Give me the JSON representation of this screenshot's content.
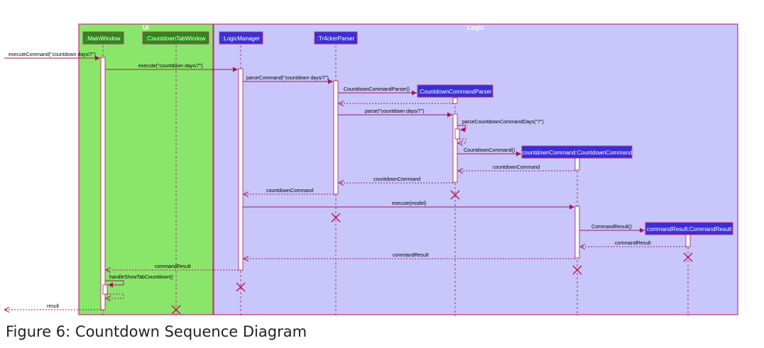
{
  "caption": "Figure 6: Countdown Sequence Diagram",
  "colors": {
    "ui_box": "#8ae66a",
    "logic_box": "#c8c6fa",
    "box_border": "#b6367a",
    "arrow": "#a3185a",
    "ui_participant": "#2c8a18",
    "logic_participant": "#3a2ed6",
    "activation": "#ffffff"
  },
  "boxes": [
    {
      "id": "ui",
      "title": "UI"
    },
    {
      "id": "logic",
      "title": "Logic"
    }
  ],
  "participants": [
    {
      "id": "mw",
      "label": ":MainWindow",
      "box": "ui"
    },
    {
      "id": "ct",
      "label": ":CountdownTabWindow",
      "box": "ui"
    },
    {
      "id": "lm",
      "label": ":LogicManager",
      "box": "logic"
    },
    {
      "id": "tp",
      "label": ":Tr4ckerParser",
      "box": "logic"
    },
    {
      "id": "ccp",
      "label": ":CountdownCommandParser",
      "box": "logic"
    },
    {
      "id": "cc",
      "label": "countdownCommand:CountdownCommand",
      "box": "logic"
    },
    {
      "id": "cr",
      "label": "commandResult:CommandResult",
      "box": "logic"
    }
  ],
  "messages": [
    {
      "label": "executeCommand(\"countdown days/7\")",
      "from": "external",
      "to": "mw",
      "kind": "call"
    },
    {
      "label": "execute(\"countdown days/7\")",
      "from": "mw",
      "to": "lm",
      "kind": "call"
    },
    {
      "label": "parseCommand(\"countdown days/7\")",
      "from": "lm",
      "to": "tp",
      "kind": "call"
    },
    {
      "label": "CountdownCommandParser()",
      "from": "tp",
      "to": "ccp",
      "kind": "create"
    },
    {
      "label": "",
      "from": "ccp",
      "to": "tp",
      "kind": "return"
    },
    {
      "label": "parse(\"countdown days/7\")",
      "from": "tp",
      "to": "ccp",
      "kind": "call"
    },
    {
      "label": "parseCountdownCommandDays(\"7\")",
      "from": "ccp",
      "to": "ccp",
      "kind": "self"
    },
    {
      "label": "CountdownCommand()",
      "from": "ccp",
      "to": "cc",
      "kind": "create"
    },
    {
      "label": "countdownCommand",
      "from": "cc",
      "to": "ccp",
      "kind": "return"
    },
    {
      "label": "countdownCommand",
      "from": "ccp",
      "to": "tp",
      "kind": "return"
    },
    {
      "label": "countdownCommand",
      "from": "tp",
      "to": "lm",
      "kind": "return"
    },
    {
      "label": "execute(model)",
      "from": "lm",
      "to": "cc",
      "kind": "call"
    },
    {
      "label": "CommandResult()",
      "from": "cc",
      "to": "cr",
      "kind": "create"
    },
    {
      "label": "commandResult",
      "from": "cr",
      "to": "cc",
      "kind": "return"
    },
    {
      "label": "commandResult",
      "from": "cc",
      "to": "lm",
      "kind": "return"
    },
    {
      "label": "commandResult",
      "from": "lm",
      "to": "mw",
      "kind": "return"
    },
    {
      "label": "handleShowTabCountdown()",
      "from": "mw",
      "to": "mw",
      "kind": "self"
    },
    {
      "label": "result",
      "from": "mw",
      "to": "external",
      "kind": "return"
    }
  ],
  "destroyed": [
    "ccp",
    "tp",
    "cc",
    "cr",
    "lm",
    "ct"
  ]
}
